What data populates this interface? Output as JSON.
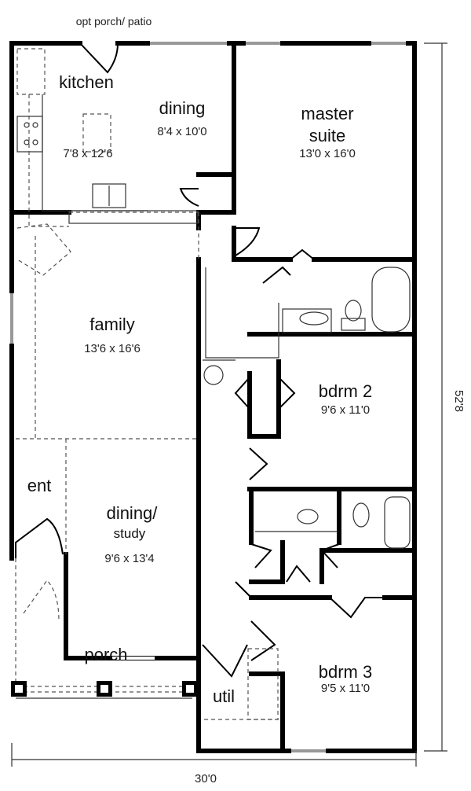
{
  "plan": {
    "top_label": "opt porch/ patio",
    "overall_width": "30'0",
    "overall_depth": "52'8",
    "rooms": {
      "kitchen": {
        "name": "kitchen",
        "size": "7'8 x 12'6"
      },
      "dining": {
        "name": "dining",
        "size": "8'4 x 10'0"
      },
      "master": {
        "name_line1": "master",
        "name_line2": "suite",
        "size": "13'0 x 16'0"
      },
      "family": {
        "name": "family",
        "size": "13'6 x 16'6"
      },
      "bdrm2": {
        "name": "bdrm 2",
        "size": "9'6 x 11'0"
      },
      "ent": {
        "name": "ent"
      },
      "dining_study": {
        "name_line1": "dining/",
        "name_line2": "study",
        "size": "9'6 x 13'4"
      },
      "porch": {
        "name": "porch"
      },
      "util": {
        "name": "util"
      },
      "bdrm3": {
        "name": "bdrm 3",
        "size": "9'5 x 11'0"
      }
    }
  }
}
